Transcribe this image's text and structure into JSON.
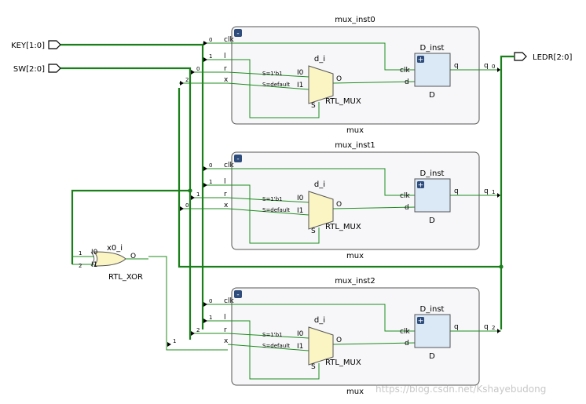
{
  "ports": {
    "key": "KEY[1:0]",
    "sw": "SW[2:0]",
    "ledr": "LEDR[2:0]"
  },
  "xor": {
    "inst_name": "x0_i",
    "type": "RTL_XOR",
    "in0": "I0",
    "in1": "I1",
    "out": "O",
    "in0_idx": "1",
    "in1_idx": "2"
  },
  "modules": [
    {
      "inst": "mux_inst0",
      "type": "mux",
      "ports": [
        "clk",
        "l",
        "r",
        "x"
      ],
      "port_idx": [
        "0",
        "1",
        "0",
        "2"
      ],
      "out_idx": "0",
      "collapse": "-"
    },
    {
      "inst": "mux_inst1",
      "type": "mux",
      "ports": [
        "clk",
        "l",
        "r",
        "x"
      ],
      "port_idx": [
        "0",
        "1",
        "1",
        "0"
      ],
      "out_idx": "1",
      "collapse": "-"
    },
    {
      "inst": "mux_inst2",
      "type": "mux",
      "ports": [
        "clk",
        "l",
        "r",
        "x"
      ],
      "port_idx": [
        "0",
        "1",
        "2",
        "1"
      ],
      "out_idx": "2",
      "collapse": "-"
    }
  ],
  "submux": {
    "inst": "d_i",
    "type": "RTL_MUX",
    "in0": "I0",
    "in1": "I1",
    "out": "O",
    "sel": "S",
    "sel0": "S=1'b1",
    "sel1": "S=default"
  },
  "dff": {
    "inst": "D_inst",
    "type": "D",
    "clk": "clk",
    "d": "d",
    "q": "q",
    "expand": "+"
  },
  "out_q": "q",
  "watermark": "https://blog.csdn.net/Kshayebudong"
}
